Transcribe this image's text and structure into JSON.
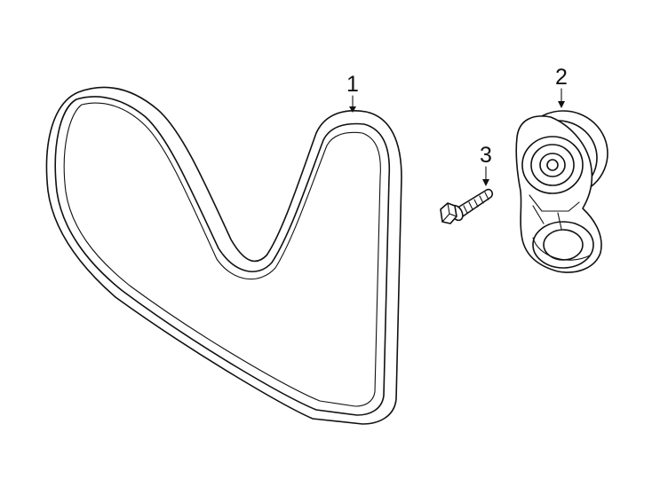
{
  "diagram": {
    "callouts": [
      {
        "id": "1",
        "label": "1",
        "part": "serpentine-belt"
      },
      {
        "id": "2",
        "label": "2",
        "part": "belt-tensioner"
      },
      {
        "id": "3",
        "label": "3",
        "part": "bolt"
      }
    ],
    "colors": {
      "line": "#111111",
      "background": "#ffffff"
    }
  }
}
